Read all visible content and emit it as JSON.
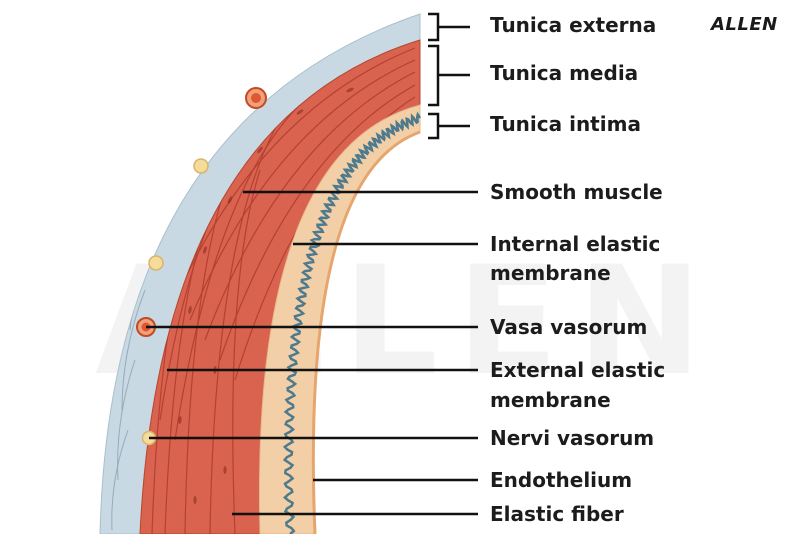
{
  "brand": "ALLEN",
  "watermark": "ALLEN",
  "layer_labels": {
    "tunica_externa": "Tunica externa",
    "tunica_media": "Tunica media",
    "tunica_intima": "Tunica intima"
  },
  "part_labels": {
    "smooth_muscle": "Smooth muscle",
    "internal_elastic_line1": "Internal elastic",
    "internal_elastic_line2": "membrane",
    "vasa_vasorum": "Vasa vasorum",
    "external_elastic_line1": "External elastic",
    "external_elastic_line2": "membrane",
    "nervi_vasorum": "Nervi vasorum",
    "endothelium": "Endothelium",
    "elastic_fiber": "Elastic fiber"
  },
  "colors": {
    "externa": "#c9d9e3",
    "media": "#d9634e",
    "intima": "#f2cfa6",
    "elastic_line": "#4d7a8c",
    "vessel_orange": "#e0572f",
    "nerve_yellow": "#f5dc9a",
    "label_text": "#1c1c1c"
  }
}
